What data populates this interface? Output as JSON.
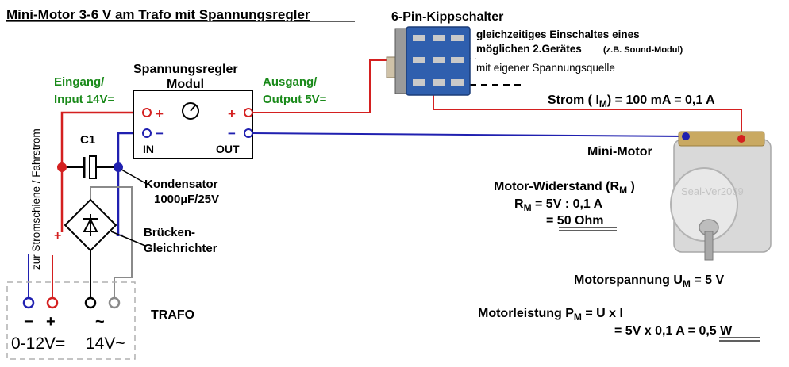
{
  "title": "Mini-Motor 3-6 V am Trafo mit Spannungsregler",
  "regulator": {
    "label_line1": "Spannungsregler",
    "label_line2": "Modul",
    "plus_in": "+",
    "minus_in": "−",
    "in_label": "IN",
    "plus_out": "+",
    "minus_out": "−",
    "out_label": "OUT"
  },
  "input_label": {
    "line1": "Eingang/",
    "line2": "Input  14V="
  },
  "output_label": {
    "line1": "Ausgang/",
    "line2": "Output  5V="
  },
  "switch": {
    "title": "6-Pin-Kippschalter",
    "note_line1": "gleichzeitiges Einschaltes eines",
    "note_line2a": "möglichen 2.Gerätes",
    "note_line2b": "(z.B. Sound-Modul)",
    "note_line3": "mit eigener Spannungsquelle"
  },
  "capacitor": {
    "name": "C1",
    "label_line1": "Kondensator",
    "label_line2": "1000µF/25V"
  },
  "rectifier": {
    "label_line1": "Brücken-",
    "label_line2": "Gleichrichter",
    "plus": "+",
    "minus": "−"
  },
  "rail_label": "zur Stromschiene / Fahrstrom",
  "trafo": {
    "label": "TRAFO",
    "dc_minus": "−",
    "dc_plus": "+",
    "dc_range": "0-12V=",
    "ac_symbol": "~",
    "ac_value": "14V~"
  },
  "current": {
    "prefix": "Strom ( I",
    "sub": "M",
    "suffix": ")  = 100 mA  = 0,1 A"
  },
  "motor": {
    "label": "Mini-Motor",
    "watermark": "Seal-Ver2009"
  },
  "resistance": {
    "title_prefix": "Motor-Widerstand (R",
    "title_sub": "M",
    "title_suffix": " )",
    "eq1_prefix": "R",
    "eq1_sub": "M",
    "eq1_suffix": "  =  5V : 0,1 A",
    "eq2": "=  50 Ohm"
  },
  "voltage": {
    "prefix": "Motorspannung  U",
    "sub": "M",
    "suffix": "  =  5 V"
  },
  "power": {
    "prefix": "Motorleistung  P",
    "sub": "M",
    "suffix": "  =  U  x  I",
    "line2": "=  5V x 0,1 A = ",
    "result": "0,5 W"
  },
  "colors": {
    "red_wire": "#d42020",
    "blue_wire": "#2020b0",
    "grey_wire": "#8a8a8a",
    "black_wire": "#000000",
    "label_green": "#1a8a1a",
    "switch_blue": "#2f5fae"
  }
}
